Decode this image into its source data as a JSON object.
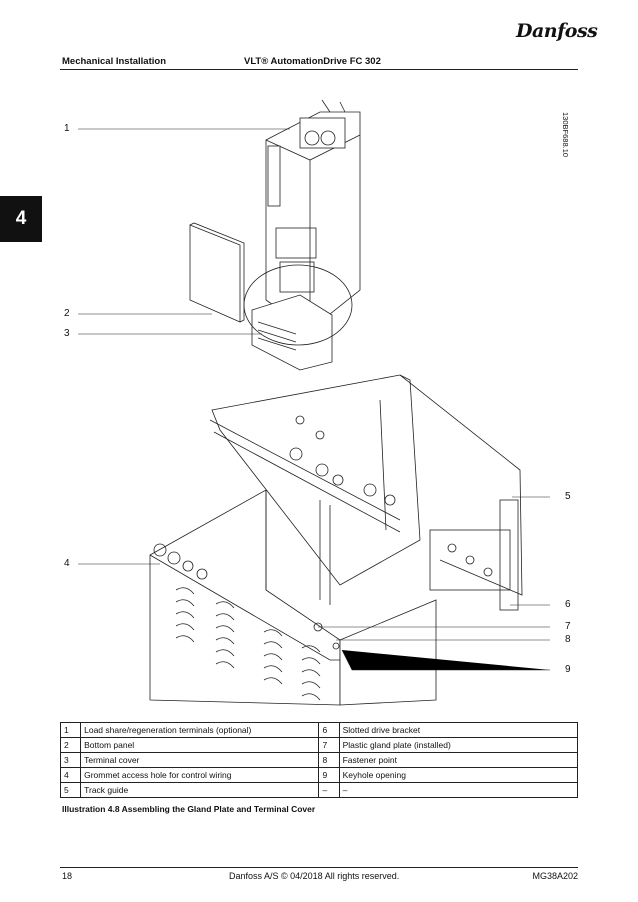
{
  "brand": "Danfoss",
  "header": {
    "section": "Mechanical Installation",
    "product": "VLT® AutomationDrive FC 302"
  },
  "chapter_tab": "4",
  "drawing_code": "130BF688.10",
  "callouts": [
    "1",
    "2",
    "3",
    "4",
    "5",
    "6",
    "7",
    "8",
    "9"
  ],
  "legend": [
    {
      "n1": "1",
      "t1": "Load share/regeneration terminals (optional)",
      "n2": "6",
      "t2": "Slotted drive bracket"
    },
    {
      "n1": "2",
      "t1": "Bottom panel",
      "n2": "7",
      "t2": "Plastic gland plate (installed)"
    },
    {
      "n1": "3",
      "t1": "Terminal cover",
      "n2": "8",
      "t2": "Fastener point"
    },
    {
      "n1": "4",
      "t1": "Grommet access hole for control wiring",
      "n2": "9",
      "t2": "Keyhole opening"
    },
    {
      "n1": "5",
      "t1": "Track guide",
      "n2": "–",
      "t2": "–"
    }
  ],
  "caption": "Illustration 4.8 Assembling the Gland Plate and Terminal Cover",
  "footer": {
    "page": "18",
    "copyright": "Danfoss A/S © 04/2018 All rights reserved.",
    "doc_id": "MG38A202"
  }
}
